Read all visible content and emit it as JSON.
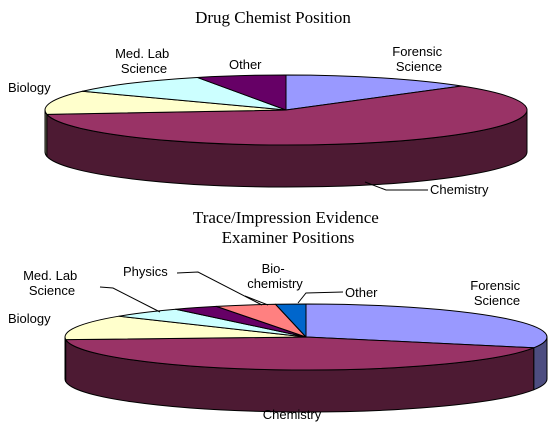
{
  "chart_data": [
    {
      "type": "pie",
      "style": "3d",
      "title": "Drug Chemist Position",
      "slices": [
        {
          "label": "Forensic Science",
          "value": 13,
          "color": "#9999ff"
        },
        {
          "label": "Chemistry",
          "value": 60,
          "color": "#993366"
        },
        {
          "label": "Biology",
          "value": 11,
          "color": "#ffffcc"
        },
        {
          "label": "Med. Lab Science",
          "value": 10,
          "color": "#ccffff"
        },
        {
          "label": "Other",
          "value": 6,
          "color": "#660066"
        }
      ]
    },
    {
      "type": "pie",
      "style": "3d",
      "title_lines": [
        "Trace/Impression Evidence",
        "Examiner Positions"
      ],
      "slices": [
        {
          "label": "Forensic Science",
          "value": 30,
          "color": "#9999ff"
        },
        {
          "label": "Chemistry",
          "value": 43,
          "color": "#993366"
        },
        {
          "label": "Biology",
          "value": 12,
          "color": "#ffffcc"
        },
        {
          "label": "Med. Lab Science",
          "value": 5,
          "color": "#ccffff"
        },
        {
          "label": "Physics",
          "value": 3,
          "color": "#660066"
        },
        {
          "label": "Bio-chemistry",
          "value": 4,
          "color": "#ff8080"
        },
        {
          "label": "Other",
          "value": 2,
          "color": "#0066cc"
        }
      ]
    }
  ]
}
